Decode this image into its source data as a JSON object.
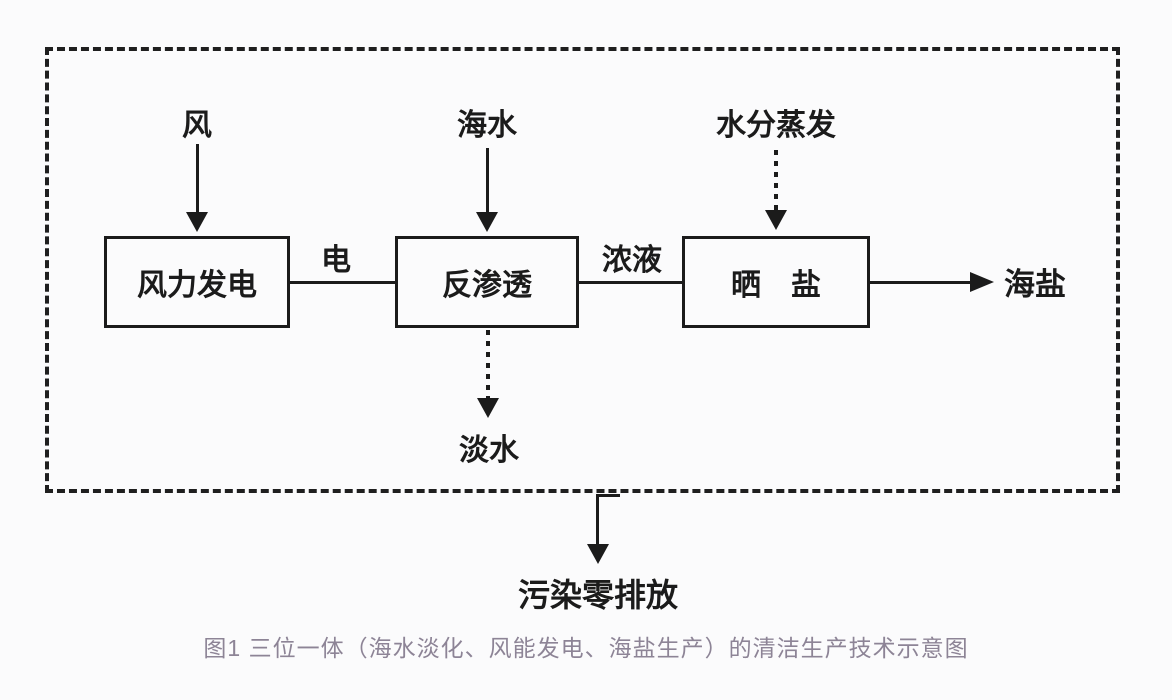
{
  "figure": {
    "caption": "图1  三位一体（海水淡化、风能发电、海盐生产）的清洁生产技术示意图",
    "caption_color": "#8d8496"
  },
  "diagram": {
    "inputs": {
      "wind": "风",
      "seawater": "海水",
      "evaporation": "水分蒸发"
    },
    "boxes": {
      "wind_power": "风力发电",
      "reverse_osmosis": "反渗透",
      "salt_drying": "晒　盐"
    },
    "flow_labels": {
      "electricity": "电",
      "concentrate": "浓液"
    },
    "outputs": {
      "sea_salt": "海盐",
      "fresh_water": "淡水",
      "zero_discharge": "污染零排放"
    },
    "colors": {
      "line": "#1b1b1b",
      "background": "#fbfbfc",
      "caption": "#8d8496"
    },
    "arrow_styles": {
      "wind_to_wind_power": "solid",
      "seawater_to_reverse_osmosis": "solid",
      "evaporation_to_salt_drying": "dotted",
      "reverse_osmosis_to_fresh_water": "dotted",
      "boundary_to_zero_discharge": "solid",
      "salt_drying_to_sea_salt": "solid"
    }
  }
}
